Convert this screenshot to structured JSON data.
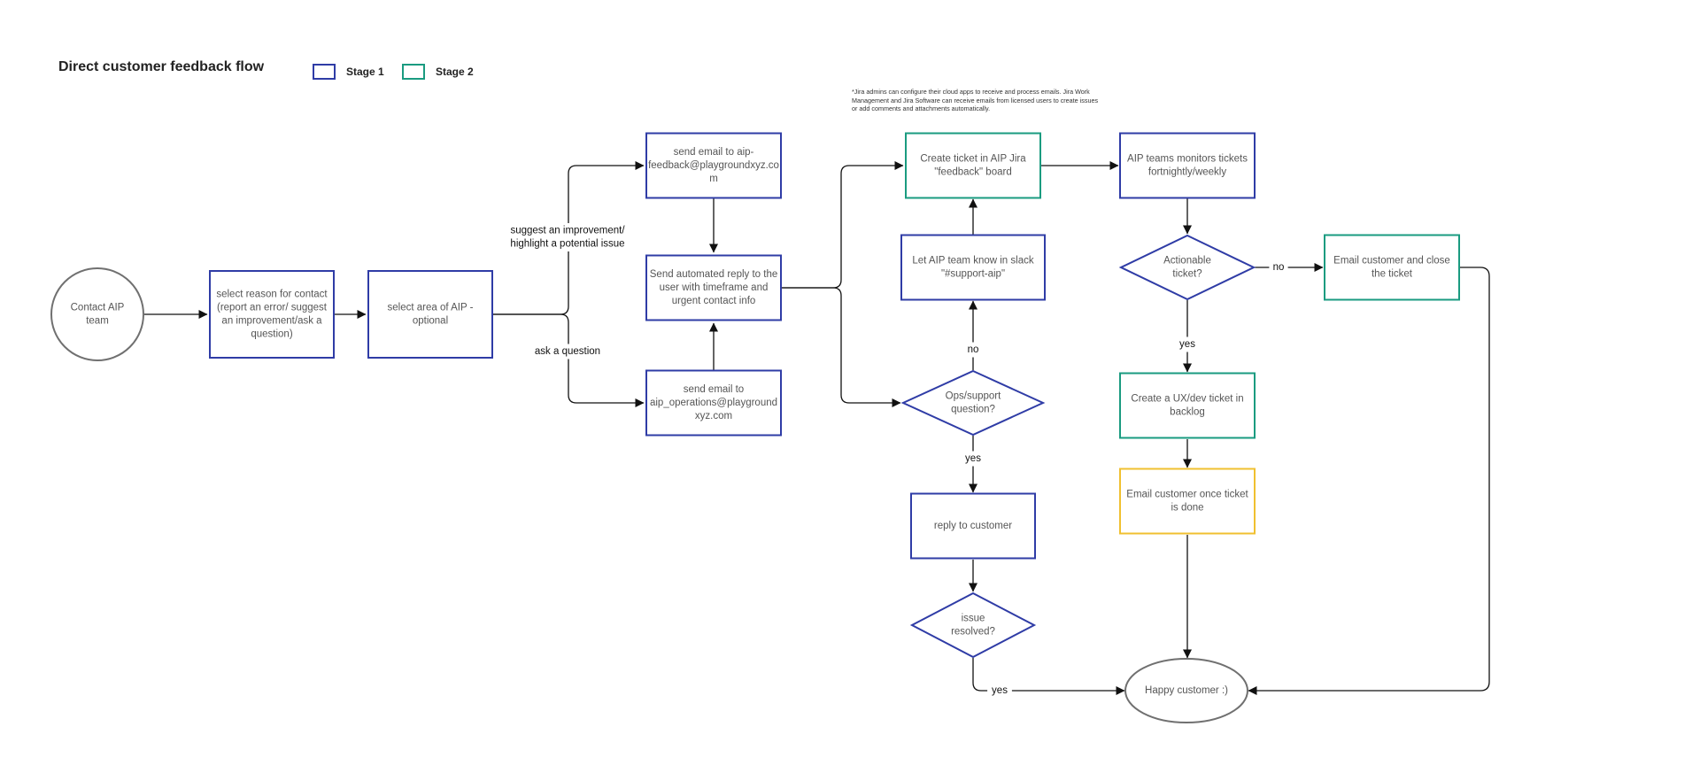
{
  "title": "Direct customer feedback flow",
  "legend": [
    {
      "label": "Stage 1",
      "color": "#2f3ca6"
    },
    {
      "label": "Stage 2",
      "color": "#1a9b80"
    }
  ],
  "footnote": "*Jira admins can configure their cloud apps to receive and process emails. Jira Work Management and Jira Software can receive emails from licensed users to create issues or add comments and attachments automatically.",
  "colors": {
    "stage1": "#2f3ca6",
    "stage2": "#1a9b80",
    "highlight": "#f0c030",
    "terminal": "#707070",
    "node_text": "#555555",
    "arrow": "#111111",
    "edge_label": "#111111"
  },
  "nodes": [
    {
      "id": "contact",
      "shape": "circle",
      "stage": "terminal",
      "lines": [
        "Contact AIP",
        "team"
      ]
    },
    {
      "id": "reason",
      "shape": "rect",
      "stage": "stage1",
      "lines": [
        "select reason for contact",
        "(report an error/ suggest",
        "an improvement/ask a",
        "question)"
      ]
    },
    {
      "id": "area",
      "shape": "rect",
      "stage": "stage1",
      "lines": [
        "select area of AIP -",
        "optional"
      ]
    },
    {
      "id": "email-feedback",
      "shape": "rect",
      "stage": "stage1",
      "lines": [
        "send email to aip-",
        "feedback@playgroundxyz.co",
        "m"
      ]
    },
    {
      "id": "auto-reply",
      "shape": "rect",
      "stage": "stage1",
      "lines": [
        "Send automated reply to the",
        "user with timeframe and",
        "urgent contact info"
      ]
    },
    {
      "id": "email-ops",
      "shape": "rect",
      "stage": "stage1",
      "lines": [
        "send email to",
        "aip_operations@playground",
        "xyz.com"
      ]
    },
    {
      "id": "create-ticket",
      "shape": "rect",
      "stage": "stage2",
      "lines": [
        "Create ticket in AIP Jira",
        "\"feedback\" board"
      ]
    },
    {
      "id": "slack",
      "shape": "rect",
      "stage": "stage1",
      "lines": [
        "Let AIP team know in slack",
        "\"#support-aip\""
      ]
    },
    {
      "id": "ops-question",
      "shape": "diamond",
      "stage": "stage1",
      "lines": [
        "Ops/support",
        "question?"
      ]
    },
    {
      "id": "reply",
      "shape": "rect",
      "stage": "stage1",
      "lines": [
        "reply to customer"
      ]
    },
    {
      "id": "resolved",
      "shape": "diamond",
      "stage": "stage1",
      "lines": [
        "issue",
        "resolved?"
      ]
    },
    {
      "id": "monitors",
      "shape": "rect",
      "stage": "stage1",
      "lines": [
        "AIP teams monitors tickets",
        "fortnightly/weekly"
      ]
    },
    {
      "id": "actionable",
      "shape": "diamond",
      "stage": "stage1",
      "lines": [
        "Actionable",
        "ticket?"
      ]
    },
    {
      "id": "email-close",
      "shape": "rect",
      "stage": "stage2",
      "lines": [
        "Email customer and close",
        "the ticket"
      ]
    },
    {
      "id": "ux-ticket",
      "shape": "rect",
      "stage": "stage2",
      "lines": [
        "Create a UX/dev ticket in",
        "backlog"
      ]
    },
    {
      "id": "email-done",
      "shape": "rect",
      "stage": "highlight",
      "lines": [
        "Email customer once ticket",
        "is done"
      ]
    },
    {
      "id": "happy",
      "shape": "ellipse",
      "stage": "terminal",
      "lines": [
        "Happy customer :)"
      ]
    }
  ],
  "edges": [
    {
      "from": "contact",
      "to": "reason"
    },
    {
      "from": "reason",
      "to": "area"
    },
    {
      "from": "area",
      "to": "email-feedback",
      "label": [
        "suggest an improvement/",
        "highlight a potential issue"
      ]
    },
    {
      "from": "area",
      "to": "email-ops",
      "label": [
        "ask a question"
      ]
    },
    {
      "from": "email-feedback",
      "to": "auto-reply"
    },
    {
      "from": "email-ops",
      "to": "auto-reply"
    },
    {
      "from": "auto-reply",
      "to": "create-ticket"
    },
    {
      "from": "auto-reply",
      "to": "ops-question"
    },
    {
      "from": "slack",
      "to": "create-ticket"
    },
    {
      "from": "ops-question",
      "to": "slack",
      "label": [
        "no"
      ]
    },
    {
      "from": "ops-question",
      "to": "reply",
      "label": [
        "yes"
      ]
    },
    {
      "from": "reply",
      "to": "resolved"
    },
    {
      "from": "resolved",
      "to": "happy",
      "label": [
        "yes"
      ]
    },
    {
      "from": "create-ticket",
      "to": "monitors"
    },
    {
      "from": "monitors",
      "to": "actionable"
    },
    {
      "from": "actionable",
      "to": "email-close",
      "label": [
        "no"
      ]
    },
    {
      "from": "actionable",
      "to": "ux-ticket",
      "label": [
        "yes"
      ]
    },
    {
      "from": "ux-ticket",
      "to": "email-done"
    },
    {
      "from": "email-done",
      "to": "happy"
    },
    {
      "from": "email-close",
      "to": "happy"
    }
  ]
}
